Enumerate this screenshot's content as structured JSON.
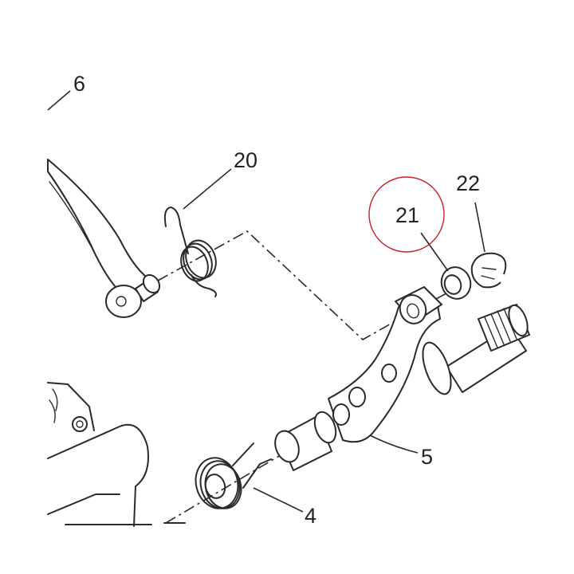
{
  "diagram": {
    "parts": [
      {
        "id": "6",
        "label": "6"
      },
      {
        "id": "20",
        "label": "20"
      },
      {
        "id": "21",
        "label": "21",
        "highlighted": true
      },
      {
        "id": "22",
        "label": "22"
      },
      {
        "id": "5",
        "label": "5"
      },
      {
        "id": "4",
        "label": "4"
      }
    ],
    "colors": {
      "line": "#2a2a2a",
      "highlight_circle": "#c8202a",
      "background": "#ffffff"
    }
  }
}
